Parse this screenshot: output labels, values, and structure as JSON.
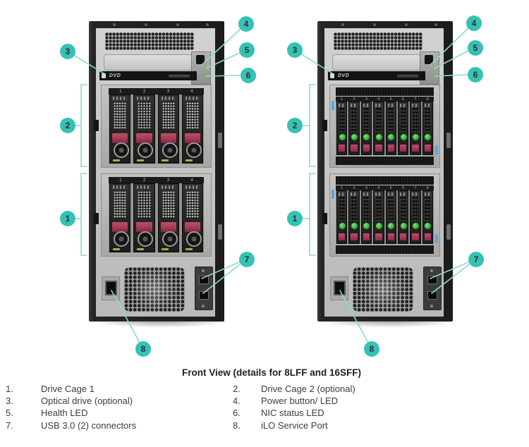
{
  "legend": {
    "title": "Front View (details for 8LFF and 16SFF)",
    "items": [
      {
        "num": "1.",
        "label": "Drive Cage 1"
      },
      {
        "num": "2.",
        "label": "Drive Cage 2 (optional)"
      },
      {
        "num": "3.",
        "label": "Optical drive (optional)"
      },
      {
        "num": "4.",
        "label": "Power button/ LED"
      },
      {
        "num": "5.",
        "label": "Health LED"
      },
      {
        "num": "6.",
        "label": "NIC status LED"
      },
      {
        "num": "7.",
        "label": "USB 3.0 (2) connectors"
      },
      {
        "num": "8.",
        "label": "iLO Service Port"
      }
    ]
  },
  "callouts": {
    "n1": "1",
    "n2": "2",
    "n3": "3",
    "n4": "4",
    "n5": "5",
    "n6": "6",
    "n7": "7",
    "n8": "8"
  },
  "towers": {
    "left": {
      "optical_marking": "DVD",
      "bay_numbers": [
        "1",
        "2",
        "3",
        "4"
      ],
      "drives_per_cage": 4
    },
    "right": {
      "optical_marking": "DVD",
      "bay_numbers": [
        "1",
        "2",
        "3",
        "4",
        "5",
        "6",
        "7",
        "8"
      ],
      "drives_per_cage": 8
    }
  },
  "colors": {
    "callout_teal": "#35c2b4",
    "leader_teal": "#8dd8cd",
    "latch_red": "#a83a55",
    "handle_green": "#3fae49",
    "led_green": "#a8cf45"
  }
}
